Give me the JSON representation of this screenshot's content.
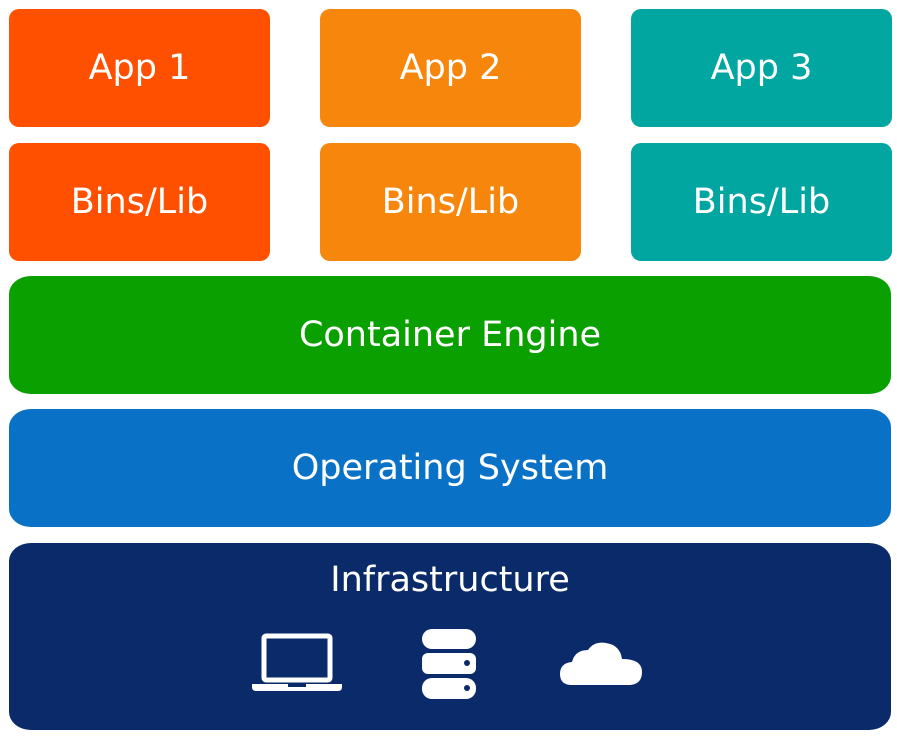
{
  "apps": [
    {
      "label": "App 1",
      "bins": "Bins/Lib",
      "color": "#FF5000"
    },
    {
      "label": "App 2",
      "bins": "Bins/Lib",
      "color": "#F7870C"
    },
    {
      "label": "App 3",
      "bins": "Bins/Lib",
      "color": "#01A6A1"
    }
  ],
  "layers": {
    "engine": {
      "label": "Container Engine",
      "color": "#0AA000"
    },
    "os": {
      "label": "Operating System",
      "color": "#0A72C6"
    },
    "infrastructure": {
      "label": "Infrastructure",
      "color": "#0A2A69",
      "icons": [
        "laptop-icon",
        "database-icon",
        "cloud-icon"
      ]
    }
  }
}
